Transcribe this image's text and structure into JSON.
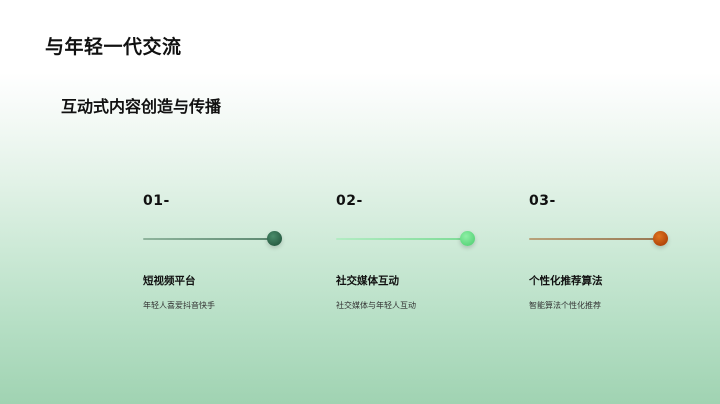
{
  "slide": {
    "title": "与年轻一代交流",
    "subtitle": "互动式内容创造与传播",
    "steps": [
      {
        "number": "01-",
        "heading": "短视频平台",
        "description": "年轻人喜爱抖音快手",
        "line_color": "#6f9a82",
        "dot_color": "#2f6b4f",
        "dot_icon": "circle-marker-icon"
      },
      {
        "number": "02-",
        "heading": "社交媒体互动",
        "description": "社交媒体与年轻人互动",
        "line_color": "#8fe0a6",
        "dot_color": "#6ee08a",
        "dot_icon": "circle-marker-icon"
      },
      {
        "number": "03-",
        "heading": "个性化推荐算法",
        "description": "智能算法个性化推荐",
        "line_color": "#a0916e",
        "dot_color": "#c4520f",
        "dot_icon": "circle-marker-icon"
      }
    ]
  }
}
